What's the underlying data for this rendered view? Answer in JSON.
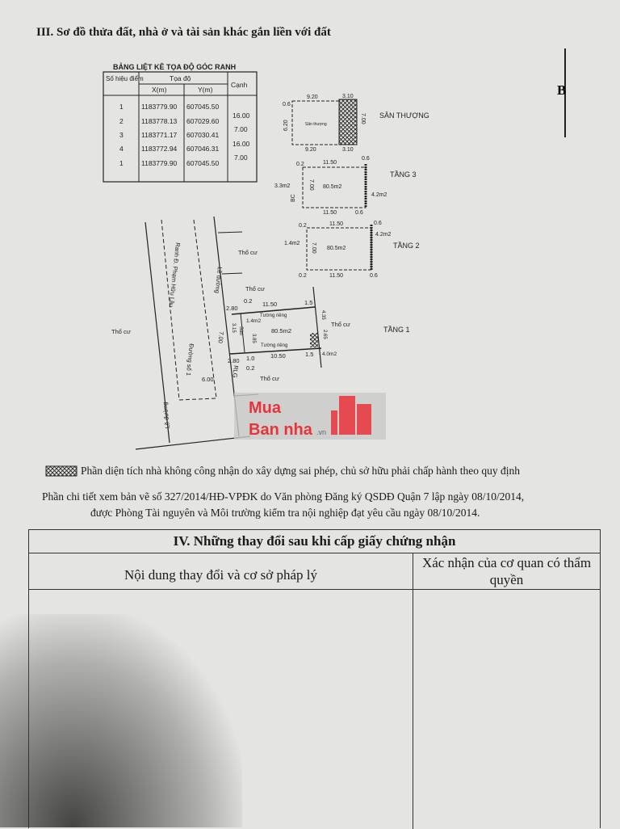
{
  "section3_title": "III. Sơ đồ thửa đất, nhà ở và tài sản khác gắn liền với đất",
  "corner_marker": "B",
  "coord_table": {
    "title": "BẢNG LIỆT KÊ TỌA ĐỘ GÓC RANH",
    "headers": {
      "point": "Số hiệu điểm",
      "coords": "Tọa độ",
      "x": "X(m)",
      "y": "Y(m)",
      "edge": "Cạnh"
    },
    "rows": [
      {
        "point": "1",
        "x": "1183779.90",
        "y": "607045.50"
      },
      {
        "point": "2",
        "x": "1183778.13",
        "y": "607029.60"
      },
      {
        "point": "3",
        "x": "1183771.17",
        "y": "607030.41"
      },
      {
        "point": "4",
        "x": "1183772.94",
        "y": "607046.31"
      },
      {
        "point": "1",
        "x": "1183779.90",
        "y": "607045.50"
      }
    ],
    "edges": [
      "16.00",
      "7.00",
      "16.00",
      "7.00"
    ]
  },
  "floors": {
    "rooftop": {
      "label": "SÂN THƯỢNG",
      "top": "9.20",
      "top_right": "3.10",
      "bottom": "9.20",
      "bottom_right": "3.10",
      "left": "6.20",
      "corner": "0.6",
      "inner": "Sân thượng",
      "side": "7.00"
    },
    "floor3": {
      "label": "TẦNG 3",
      "top": "11.50",
      "bottom": "11.50",
      "corner_l": "0.2",
      "corner_r": "0.6",
      "area": "80.5m2",
      "side": "7.00",
      "left_area": "3.3m2",
      "right_area": "4.2m2",
      "bc": "BC"
    },
    "floor2": {
      "label": "TẦNG 2",
      "top": "11.50",
      "bottom": "11.50",
      "corner_l": "0.2",
      "corner_r": "0.6",
      "area": "80.5m2",
      "side": "7.00",
      "left_area": "1.4m2",
      "right_area": "4.2m2"
    },
    "floor1": {
      "label": "TẦNG 1",
      "top": "11.50",
      "bottom": "10.50",
      "left_top": "2.80",
      "left_bottom": "2.80",
      "corner": "0.2",
      "area": "80.5m2",
      "left_area": "1.4m2",
      "right_area": "4.0m2",
      "wall_top": "Tường riêng",
      "wall_bottom": "Tường riêng",
      "side": "7.00",
      "d1": "3.15",
      "d2": "3.85",
      "d3": "4.35",
      "d4": "2.65",
      "d5": "1.5",
      "d6": "1.0",
      "san": "Sân"
    }
  },
  "map_labels": {
    "residential": "Thổ cư",
    "road_edge": "Lề đường",
    "road_boundary": "Ranh Đ. Phạm Hữu Lầu",
    "road_name": "Đường số 1",
    "road_width": "6.00",
    "rlg": "RLG"
  },
  "watermark": {
    "line1": "Mua",
    "line2": "Ban nha",
    "suffix": ".vn",
    "color": "#e8333a"
  },
  "legend_note": "Phần diện tích nhà không công nhận do xây dựng sai phép, chủ sở hữu phải chấp hành theo quy định",
  "detail_note_1": "Phần chi tiết xem bản vẽ số 327/2014/HĐ-VPĐK do Văn phòng Đăng ký QSDĐ Quận 7 lập ngày 08/10/2014,",
  "detail_note_2": "được Phòng Tài nguyên và Môi trường kiểm tra nội nghiệp đạt yêu cầu ngày 08/10/2014.",
  "section4": {
    "title": "IV. Những thay đổi sau khi cấp giấy chứng nhận",
    "col1": "Nội dung thay đổi và cơ sở pháp lý",
    "col2": "Xác nhận của cơ quan có thẩm quyền"
  }
}
